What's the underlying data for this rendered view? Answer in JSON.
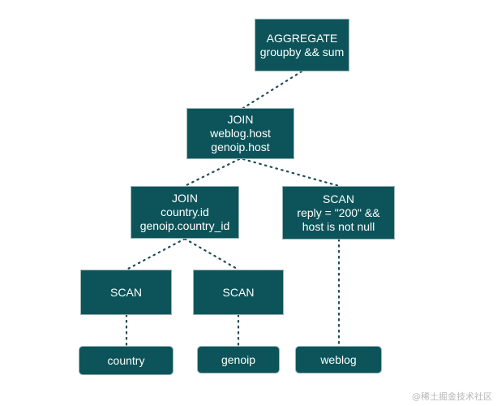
{
  "diagram": {
    "nodes": {
      "aggregate": {
        "line1": "AGGREGATE",
        "line2": "groupby && sum"
      },
      "join_top": {
        "line1": "JOIN",
        "line2": "weblog.host",
        "line3": "genoip.host"
      },
      "join_mid": {
        "line1": "JOIN",
        "line2": "country.id",
        "line3": "genoip.country_id"
      },
      "scan_right": {
        "line1": "SCAN",
        "line2": "reply = \"200\" &&",
        "line3": "host is not null"
      },
      "scan_left_1": {
        "line1": "SCAN"
      },
      "scan_left_2": {
        "line1": "SCAN"
      },
      "country": {
        "line1": "country"
      },
      "genoip": {
        "line1": "genoip"
      },
      "weblog": {
        "line1": "weblog"
      }
    },
    "edges": [
      [
        "aggregate",
        "join_top"
      ],
      [
        "join_top",
        "join_mid"
      ],
      [
        "join_top",
        "scan_right"
      ],
      [
        "join_mid",
        "scan_left_1"
      ],
      [
        "join_mid",
        "scan_left_2"
      ],
      [
        "scan_left_1",
        "country"
      ],
      [
        "scan_left_2",
        "genoip"
      ],
      [
        "scan_right",
        "weblog"
      ]
    ],
    "colors": {
      "node_fill": "#0d545a",
      "node_text": "#ffffff",
      "node_border": "#9bb6b8",
      "edge": "#1f4b52"
    }
  },
  "watermark": "@稀土掘金技术社区"
}
